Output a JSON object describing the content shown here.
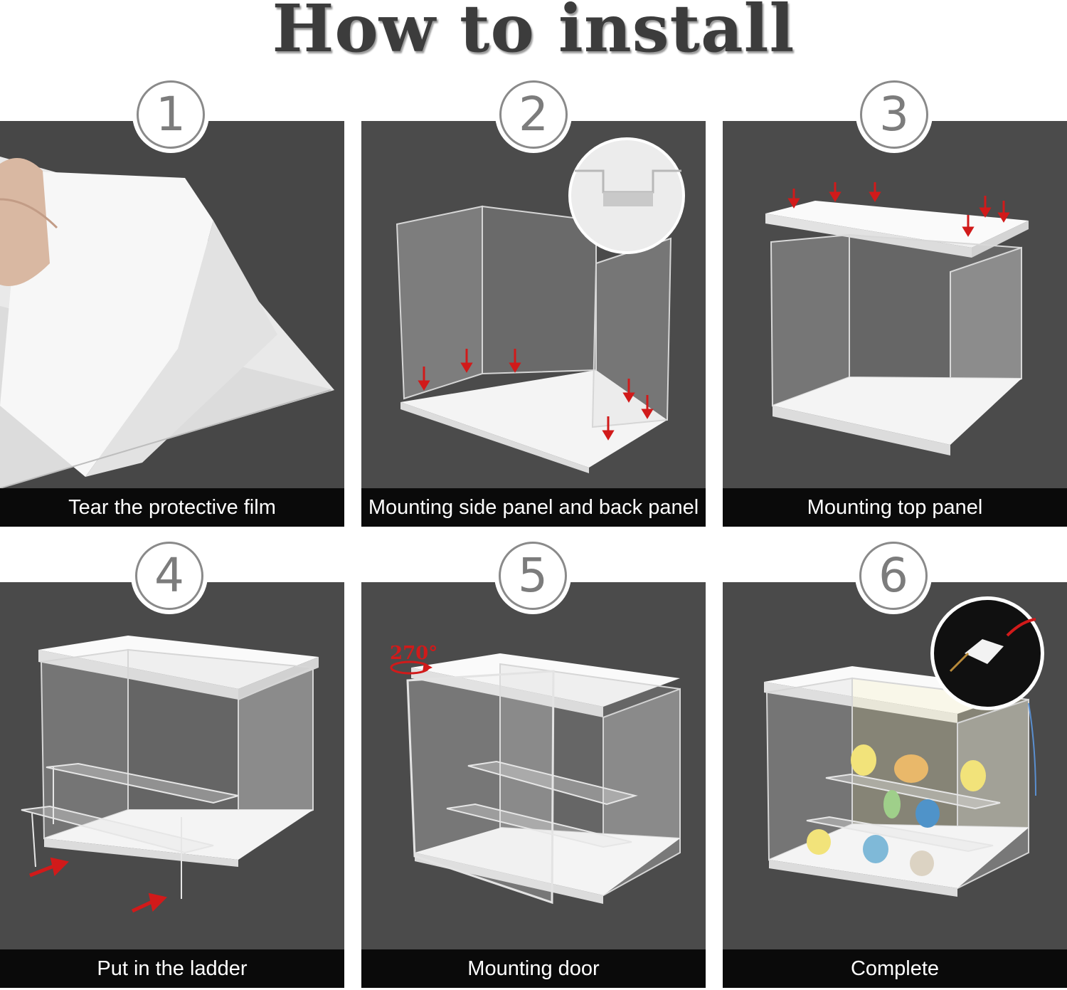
{
  "title": "How to install",
  "steps": [
    {
      "number": "1",
      "caption": "Tear the protective film",
      "icon": "film-peel-icon"
    },
    {
      "number": "2",
      "caption": "Mounting side panel and back panel",
      "icon": "side-panel-icon"
    },
    {
      "number": "3",
      "caption": "Mounting top panel",
      "icon": "top-panel-icon"
    },
    {
      "number": "4",
      "caption": "Put in the ladder",
      "icon": "ladder-icon"
    },
    {
      "number": "5",
      "caption": "Mounting door",
      "icon": "door-icon",
      "annotation": "270°"
    },
    {
      "number": "6",
      "caption": "Complete",
      "icon": "complete-case-icon"
    }
  ],
  "colors": {
    "panel_bg": "#4a4a4a",
    "caption_bg": "#0a0a0a",
    "arrow": "#d11a1a",
    "badge_ring": "#8a8a8a"
  }
}
